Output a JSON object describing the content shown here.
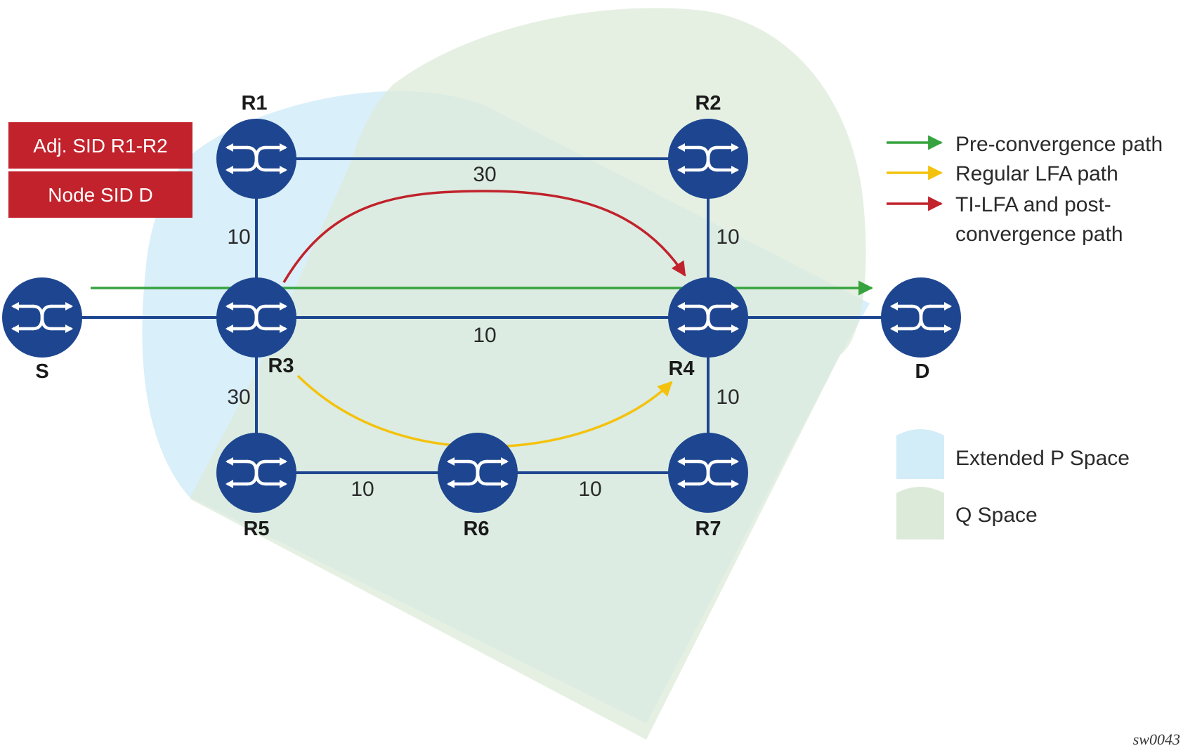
{
  "sid_stack": [
    "Adj. SID R1-R2",
    "Node SID D"
  ],
  "nodes": {
    "S": "S",
    "R1": "R1",
    "R2": "R2",
    "R3": "R3",
    "R4": "R4",
    "R5": "R5",
    "R6": "R6",
    "R7": "R7",
    "D": "D"
  },
  "metrics": {
    "r1_r2": "30",
    "r1_r3": "10",
    "r2_r4": "10",
    "r3_r4": "10",
    "r3_r5": "30",
    "r4_r7": "10",
    "r5_r6": "10",
    "r6_r7": "10"
  },
  "legend": {
    "pre_convergence": "Pre-convergence path",
    "regular_lfa": "Regular LFA path",
    "ti_lfa_line1": "TI-LFA and post-",
    "ti_lfa_line2": "convergence path",
    "extended_p_space": "Extended P Space",
    "q_space": "Q Space"
  },
  "figure_id": "sw0043",
  "colors": {
    "node_fill": "#1e4690",
    "link": "#1e4690",
    "pre_convergence": "#36a33e",
    "regular_lfa": "#f4c20d",
    "ti_lfa": "#c1222b",
    "sid_box": "#c1222b",
    "extended_p_space": "#d2ecf8",
    "q_space": "#dcebd9"
  }
}
